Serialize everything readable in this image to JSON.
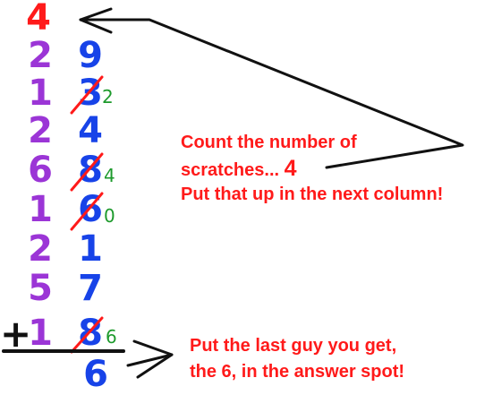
{
  "carry": "4",
  "rows": [
    {
      "left": "2",
      "right": "9",
      "crossed": false,
      "replacement": ""
    },
    {
      "left": "1",
      "right": "3",
      "crossed": true,
      "replacement": "2"
    },
    {
      "left": "2",
      "right": "4",
      "crossed": false,
      "replacement": ""
    },
    {
      "left": "6",
      "right": "8",
      "crossed": true,
      "replacement": "4"
    },
    {
      "left": "1",
      "right": "6",
      "crossed": true,
      "replacement": "0"
    },
    {
      "left": "2",
      "right": "1",
      "crossed": false,
      "replacement": ""
    },
    {
      "left": "5",
      "right": "7",
      "crossed": false,
      "replacement": ""
    },
    {
      "left": "1",
      "right": "8",
      "crossed": true,
      "replacement": "6"
    }
  ],
  "plus_sign": "+",
  "answer": "6",
  "note_top": {
    "line1": "Count the number of",
    "line2_prefix": "scratches...",
    "line2_value": "4",
    "line3": "Put that up in the next column!"
  },
  "note_bottom": {
    "line1": "Put the last guy you get,",
    "line2": "the 6, in the answer spot!"
  },
  "colors": {
    "left_digits": "#9b35d6",
    "right_digits": "#1743e8",
    "carry": "#ff1a1a",
    "scratch": "#ff1a1a",
    "replacement": "#1d9a2c",
    "note_text": "#ff1a1a",
    "arrows": "#111111"
  }
}
